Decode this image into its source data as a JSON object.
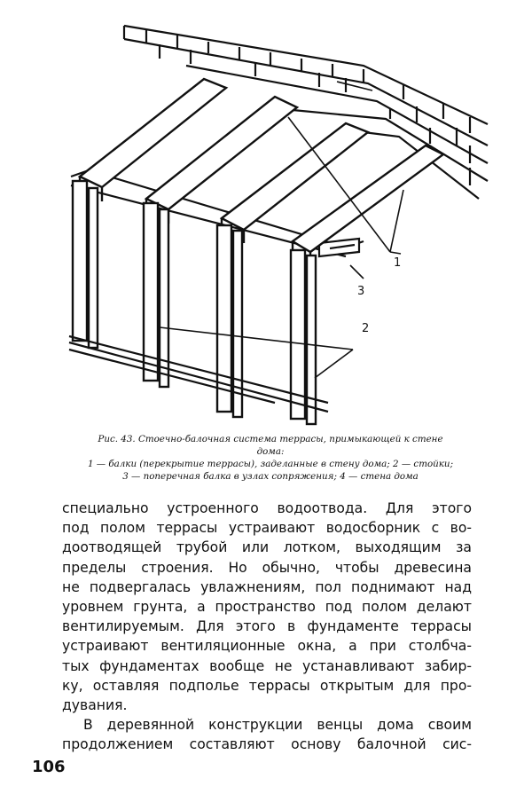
{
  "figure": {
    "labels": {
      "one": "1",
      "two": "2",
      "three": "3"
    }
  },
  "caption": {
    "line1": "Рис. 43. Стоечно-балочная система террасы, примыкающей к стене",
    "line2": "дома:",
    "line3": "1 — балки (перекрытие террасы), заделанные в стену дома; 2 — стойки;",
    "line4": "3 — поперечная балка в узлах сопряжения; 4 — стена дома"
  },
  "body": {
    "lines": [
      "специально устроенного водоотвода. Для этого",
      "под полом террасы устраивают водосборник с во-",
      "доотводящей трубой или лотком, выходящим за",
      "пределы строения. Но обычно, чтобы древесина",
      "не подвергалась увлажнениям, пол поднимают над",
      "уровнем грунта, а пространство под полом делают",
      "вентилируемым. Для этого в фундаменте террасы",
      "устраивают вентиляционные окна, а при столбча-",
      "тых фундаментах вообще не устанавливают забир-",
      "ку, оставляя подполье террасы открытым для про-",
      "дувания.",
      "В деревянной конструкции венцы дома своим",
      "продолжением составляют основу балочной сис-"
    ]
  },
  "page_number": "106"
}
